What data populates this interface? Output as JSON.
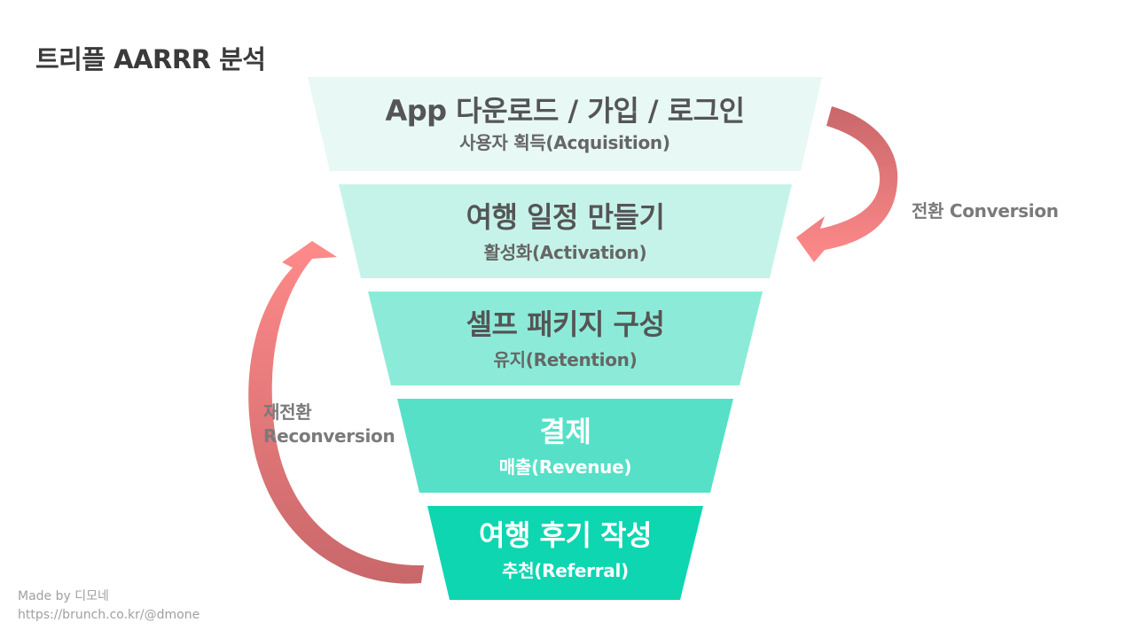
{
  "title": "트리플 AARRR 분석",
  "stages": [
    {
      "title": "App 다운로드 / 가입 / 로그인",
      "subtitle": "사용자 획득(Acquisition)",
      "color": "#E8F8F5"
    },
    {
      "title": "여행 일정 만들기",
      "subtitle": "활성화(Activation)",
      "color": "#C6F3E9"
    },
    {
      "title": "셀프 패키지 구성",
      "subtitle": "유지(Retention)",
      "color": "#8CEBD8"
    },
    {
      "title": "결제",
      "subtitle": "매출(Revenue)",
      "color": "#56E0C7"
    },
    {
      "title": "여행 후기 작성",
      "subtitle": "추천(Referral)",
      "color": "#0ED6B1"
    }
  ],
  "arrows": {
    "conversion": {
      "label": "전환 Conversion",
      "color_light": "#FF8A8A",
      "color_dark": "#C8676A"
    },
    "reconversion": {
      "label_line1": "재전환",
      "label_line2": "Reconversion",
      "color_light": "#FF8A8A",
      "color_dark": "#C8676A"
    }
  },
  "footer": {
    "line1": "Made by 디모네",
    "line2": "https://brunch.co.kr/@dmone"
  }
}
